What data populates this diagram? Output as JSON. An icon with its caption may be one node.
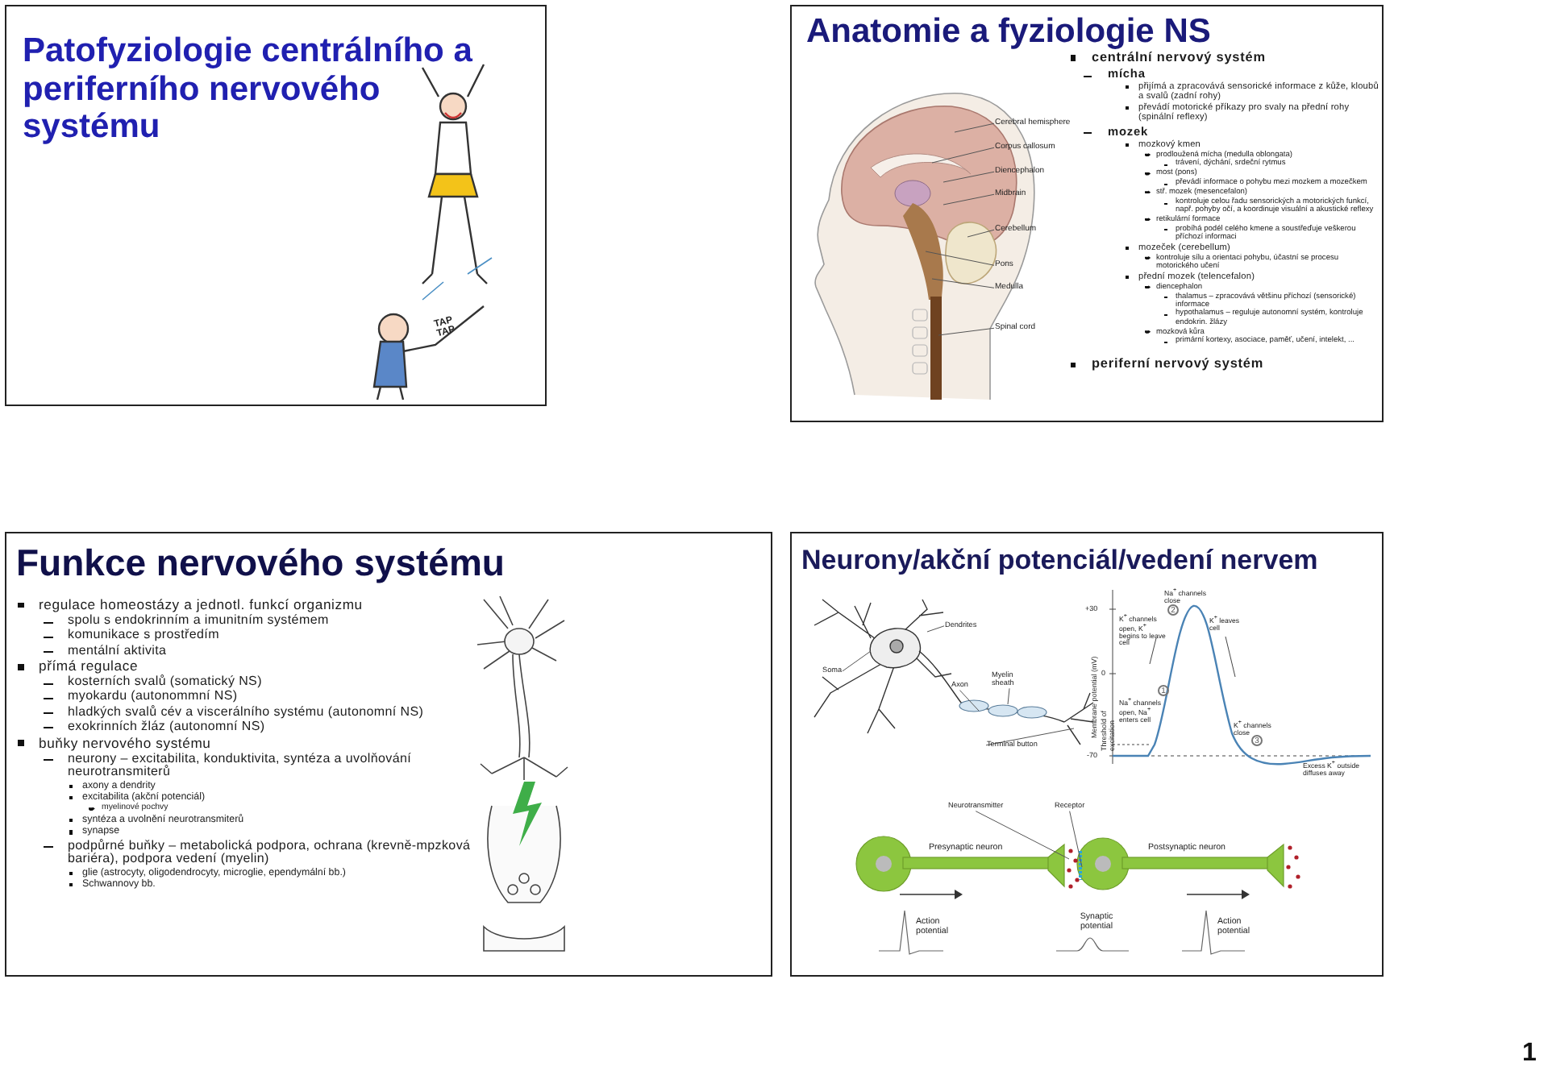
{
  "diagram": {
    "nodes": [
      {
        "text": [
          "Cerebral hemisphere"
        ]
      },
      {
        "text": [
          "Corpus callosum"
        ]
      },
      {
        "text": [
          "Diencephalon"
        ]
      },
      {
        "text": [
          "Midbrain"
        ]
      },
      {
        "text": [
          "Cerebellum"
        ]
      },
      {
        "text": [
          "Pons"
        ]
      },
      {
        "text": [
          "Medulla"
        ]
      },
      {
        "text": [
          "Spinal cord"
        ]
      },
      {
        "text": [
          "Dendrites"
        ]
      },
      {
        "text": [
          "Soma"
        ]
      },
      {
        "text": [
          "Axon"
        ]
      },
      {
        "text": [
          "Myelin sheath"
        ]
      },
      {
        "text": [
          "Terminal button"
        ]
      },
      {
        "text": [
          "Neurotransmitter"
        ]
      },
      {
        "text": [
          "Receptor"
        ]
      }
    ],
    "edges": [
      {
        "from": 0,
        "to": null,
        "arrow": "none"
      },
      {
        "from": 1,
        "to": null,
        "arrow": "none"
      },
      {
        "from": 2,
        "to": null,
        "arrow": "none"
      },
      {
        "from": 3,
        "to": null,
        "arrow": "none"
      },
      {
        "from": 4,
        "to": null,
        "arrow": "none"
      },
      {
        "from": 5,
        "to": null,
        "arrow": "none"
      },
      {
        "from": 6,
        "to": null,
        "arrow": "none"
      },
      {
        "from": 7,
        "to": null,
        "arrow": "none"
      },
      {
        "from": 8,
        "to": null,
        "arrow": "none"
      },
      {
        "from": 9,
        "to": null,
        "arrow": "none"
      },
      {
        "from": 10,
        "to": null,
        "arrow": "none"
      },
      {
        "from": 11,
        "to": null,
        "arrow": "none"
      },
      {
        "from": 12,
        "to": null,
        "arrow": "none"
      },
      {
        "from": 13,
        "to": null,
        "arrow": "none"
      },
      {
        "from": 14,
        "to": null,
        "arrow": "none"
      }
    ],
    "labels": [
      "Patofyziologie centrálního a periferního nervového systému",
      "TAP TAP",
      "Anatomie a fyziologie NS",
      "centrální nervový systém",
      "mícha",
      "přijímá a zpracovává sensorické informace z kůže, kloubů a svalů (zadní rohy)",
      "převádí motorické příkazy pro svaly na přední rohy (spinální reflexy)",
      "mozek",
      "mozkový kmen",
      "prodloužená mícha (medulla oblongata)",
      "trávení, dýchání, srdeční rytmus",
      "most (pons)",
      "převádí informace o pohybu mezi mozkem a mozečkem",
      "stř. mozek (mesencefalon)",
      "kontroluje celou řadu sensorických a motorických funkcí, např. pohyby očí, a koordinuje visuální a akustické reflexy",
      "retikulární formace",
      "probíhá podél celého kmene a soustřeďuje veškerou příchozí informaci",
      "mozeček (cerebellum)",
      "kontroluje sílu a orientaci pohybu, účastní se procesu motorického učení",
      "přední mozek (telencefalon)",
      "diencephalon",
      "thalamus – zpracovává většinu příchozí (sensorické) informace",
      "hypothalamus – reguluje autonomní systém, kontroluje endokrin. žlázy",
      "mozková kůra",
      "primární kortexy, asociace, paměť, učení, intelekt, ...",
      "periferní nervový systém",
      "Funkce nervového systému",
      "regulace homeostázy a jednotl. funkcí organizmu",
      "spolu s endokrinním a imunitním systémem",
      "komunikace s prostředím",
      "mentální aktivita",
      "přímá regulace",
      "kosterních svalů (somatický NS)",
      "myokardu (autonommní NS)",
      "hladkých svalů cév a viscerálního systému (autonomní NS)",
      "exokrinních žláz (autonomní NS)",
      "buňky nervového systému",
      "neurony – excitabilita, konduktivita, syntéza a uvolňování neurotransmiterů",
      "axony a dendrity",
      "excitabilita (akční potenciál)",
      "myelinové pochvy",
      "syntéza a uvolnění neurotransmiterů",
      "synapse",
      "podpůrné buňky – metabolická podpora, ochrana (krevně-mpzková bariéra), podpora vedení (myelin)",
      "glie (astrocyty, oligodendrocyty, microglie, ependymální bb.)",
      "Schwannovy bb.",
      "Neurony/akční potenciál/vedení nervem",
      "+30",
      "0",
      "-70",
      "Membrane potential (mV)",
      "Threshold of excitation",
      "Na$^{+}$ channels close",
      "K$^{+}$ channels open, K$^{+}$ begins to leave cell",
      "K$^{+}$ leaves cell",
      "Na$^{+}$ channels open, Na$^{+}$ enters cell",
      "K$^{+}$ channels close",
      "Excess K$^{+}$ outside diffuses away",
      "2",
      "1",
      "3",
      "Presynaptic neuron",
      "Postsynaptic neuron",
      "Action potential",
      "Synaptic potential",
      "Action potential",
      "1"
    ]
  }
}
